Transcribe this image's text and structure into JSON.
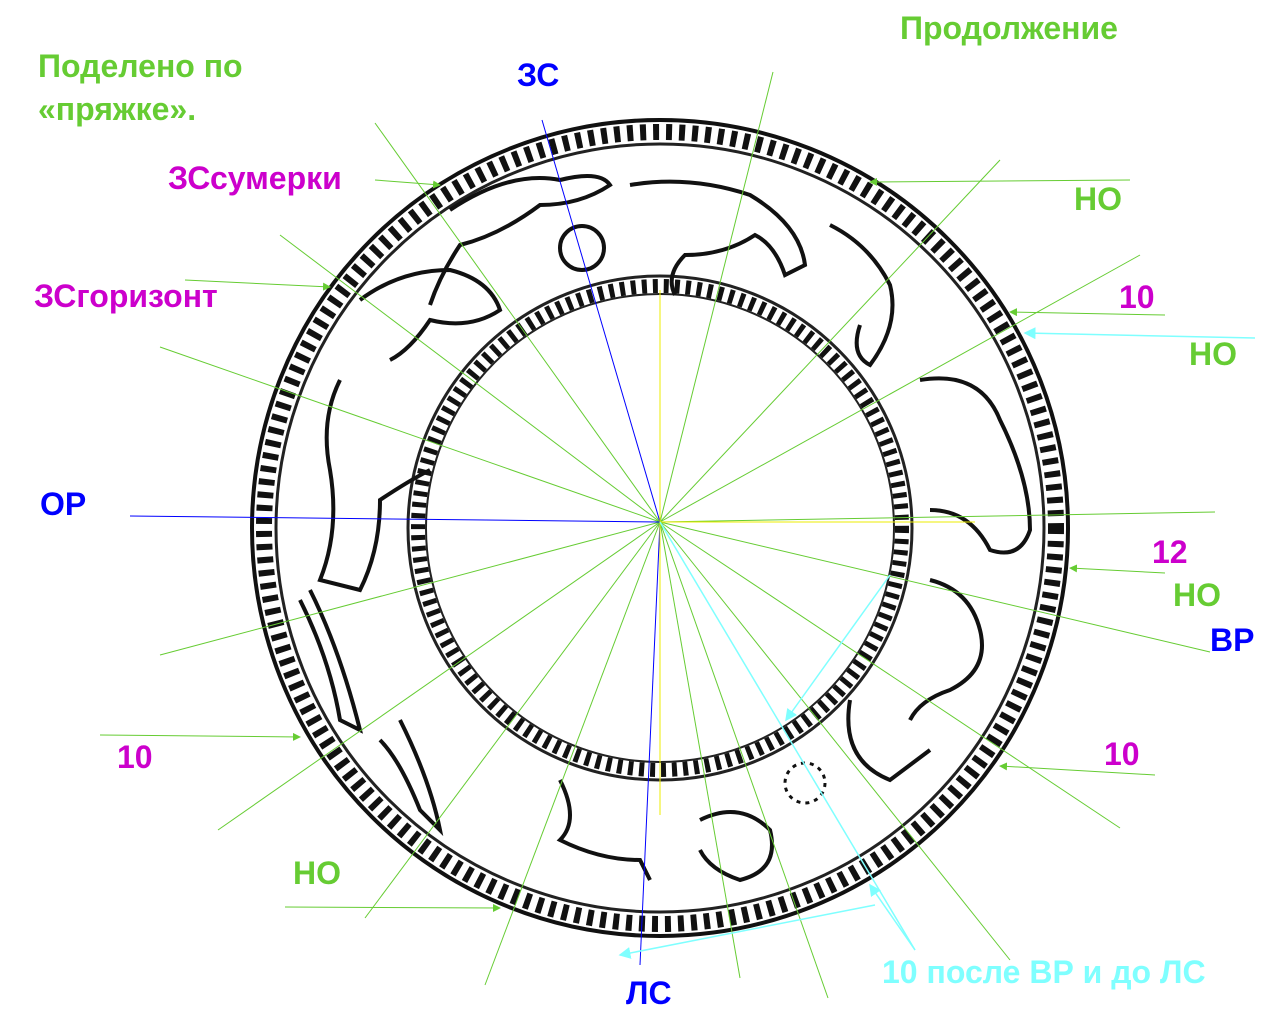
{
  "colors": {
    "green": "#66cc33",
    "blue": "#0000ff",
    "magenta": "#cc00cc",
    "cyan": "#7fffff",
    "yellow": "#ffff00"
  },
  "labels": {
    "continuation": "Продолжение",
    "divided_line1": "Поделено по",
    "divided_line2": "«пряжке».",
    "zs": "ЗС",
    "zs_twilight": "ЗСсумерки",
    "zs_horizon": "ЗСгоризонт",
    "or": "ОР",
    "ten_left": "10",
    "no_bottom_left": "НО",
    "ls": "ЛС",
    "ten_after": "10 после ВР и до ЛС",
    "ten_right_bottom": "10",
    "vr": "ВР",
    "no_right_mid": "НО",
    "twelve": "12",
    "no_right_upper": "НО",
    "ten_right_upper": "10",
    "no_top_right": "НО"
  }
}
